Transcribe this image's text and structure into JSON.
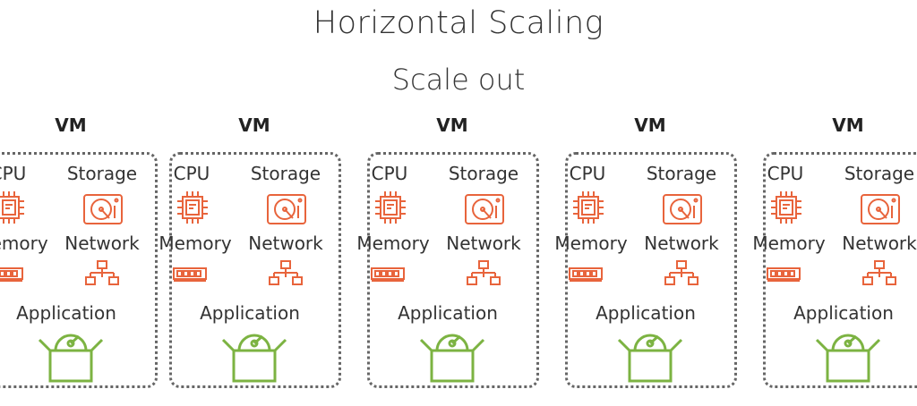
{
  "title": "Horizontal Scaling",
  "subtitle": "Scale out",
  "colors": {
    "resource": "#e8643c",
    "application": "#7cb342",
    "border": "#666666"
  },
  "vms": [
    {
      "label": "VM",
      "cpu": "CPU",
      "storage": "Storage",
      "memory": "Memory",
      "network": "Network",
      "application": "Application"
    },
    {
      "label": "VM",
      "cpu": "CPU",
      "storage": "Storage",
      "memory": "Memory",
      "network": "Network",
      "application": "Application"
    },
    {
      "label": "VM",
      "cpu": "CPU",
      "storage": "Storage",
      "memory": "Memory",
      "network": "Network",
      "application": "Application"
    },
    {
      "label": "VM",
      "cpu": "CPU",
      "storage": "Storage",
      "memory": "Memory",
      "network": "Network",
      "application": "Application"
    },
    {
      "label": "VM",
      "cpu": "CPU",
      "storage": "Storage",
      "memory": "Memory",
      "network": "Network",
      "application": "Application"
    }
  ]
}
